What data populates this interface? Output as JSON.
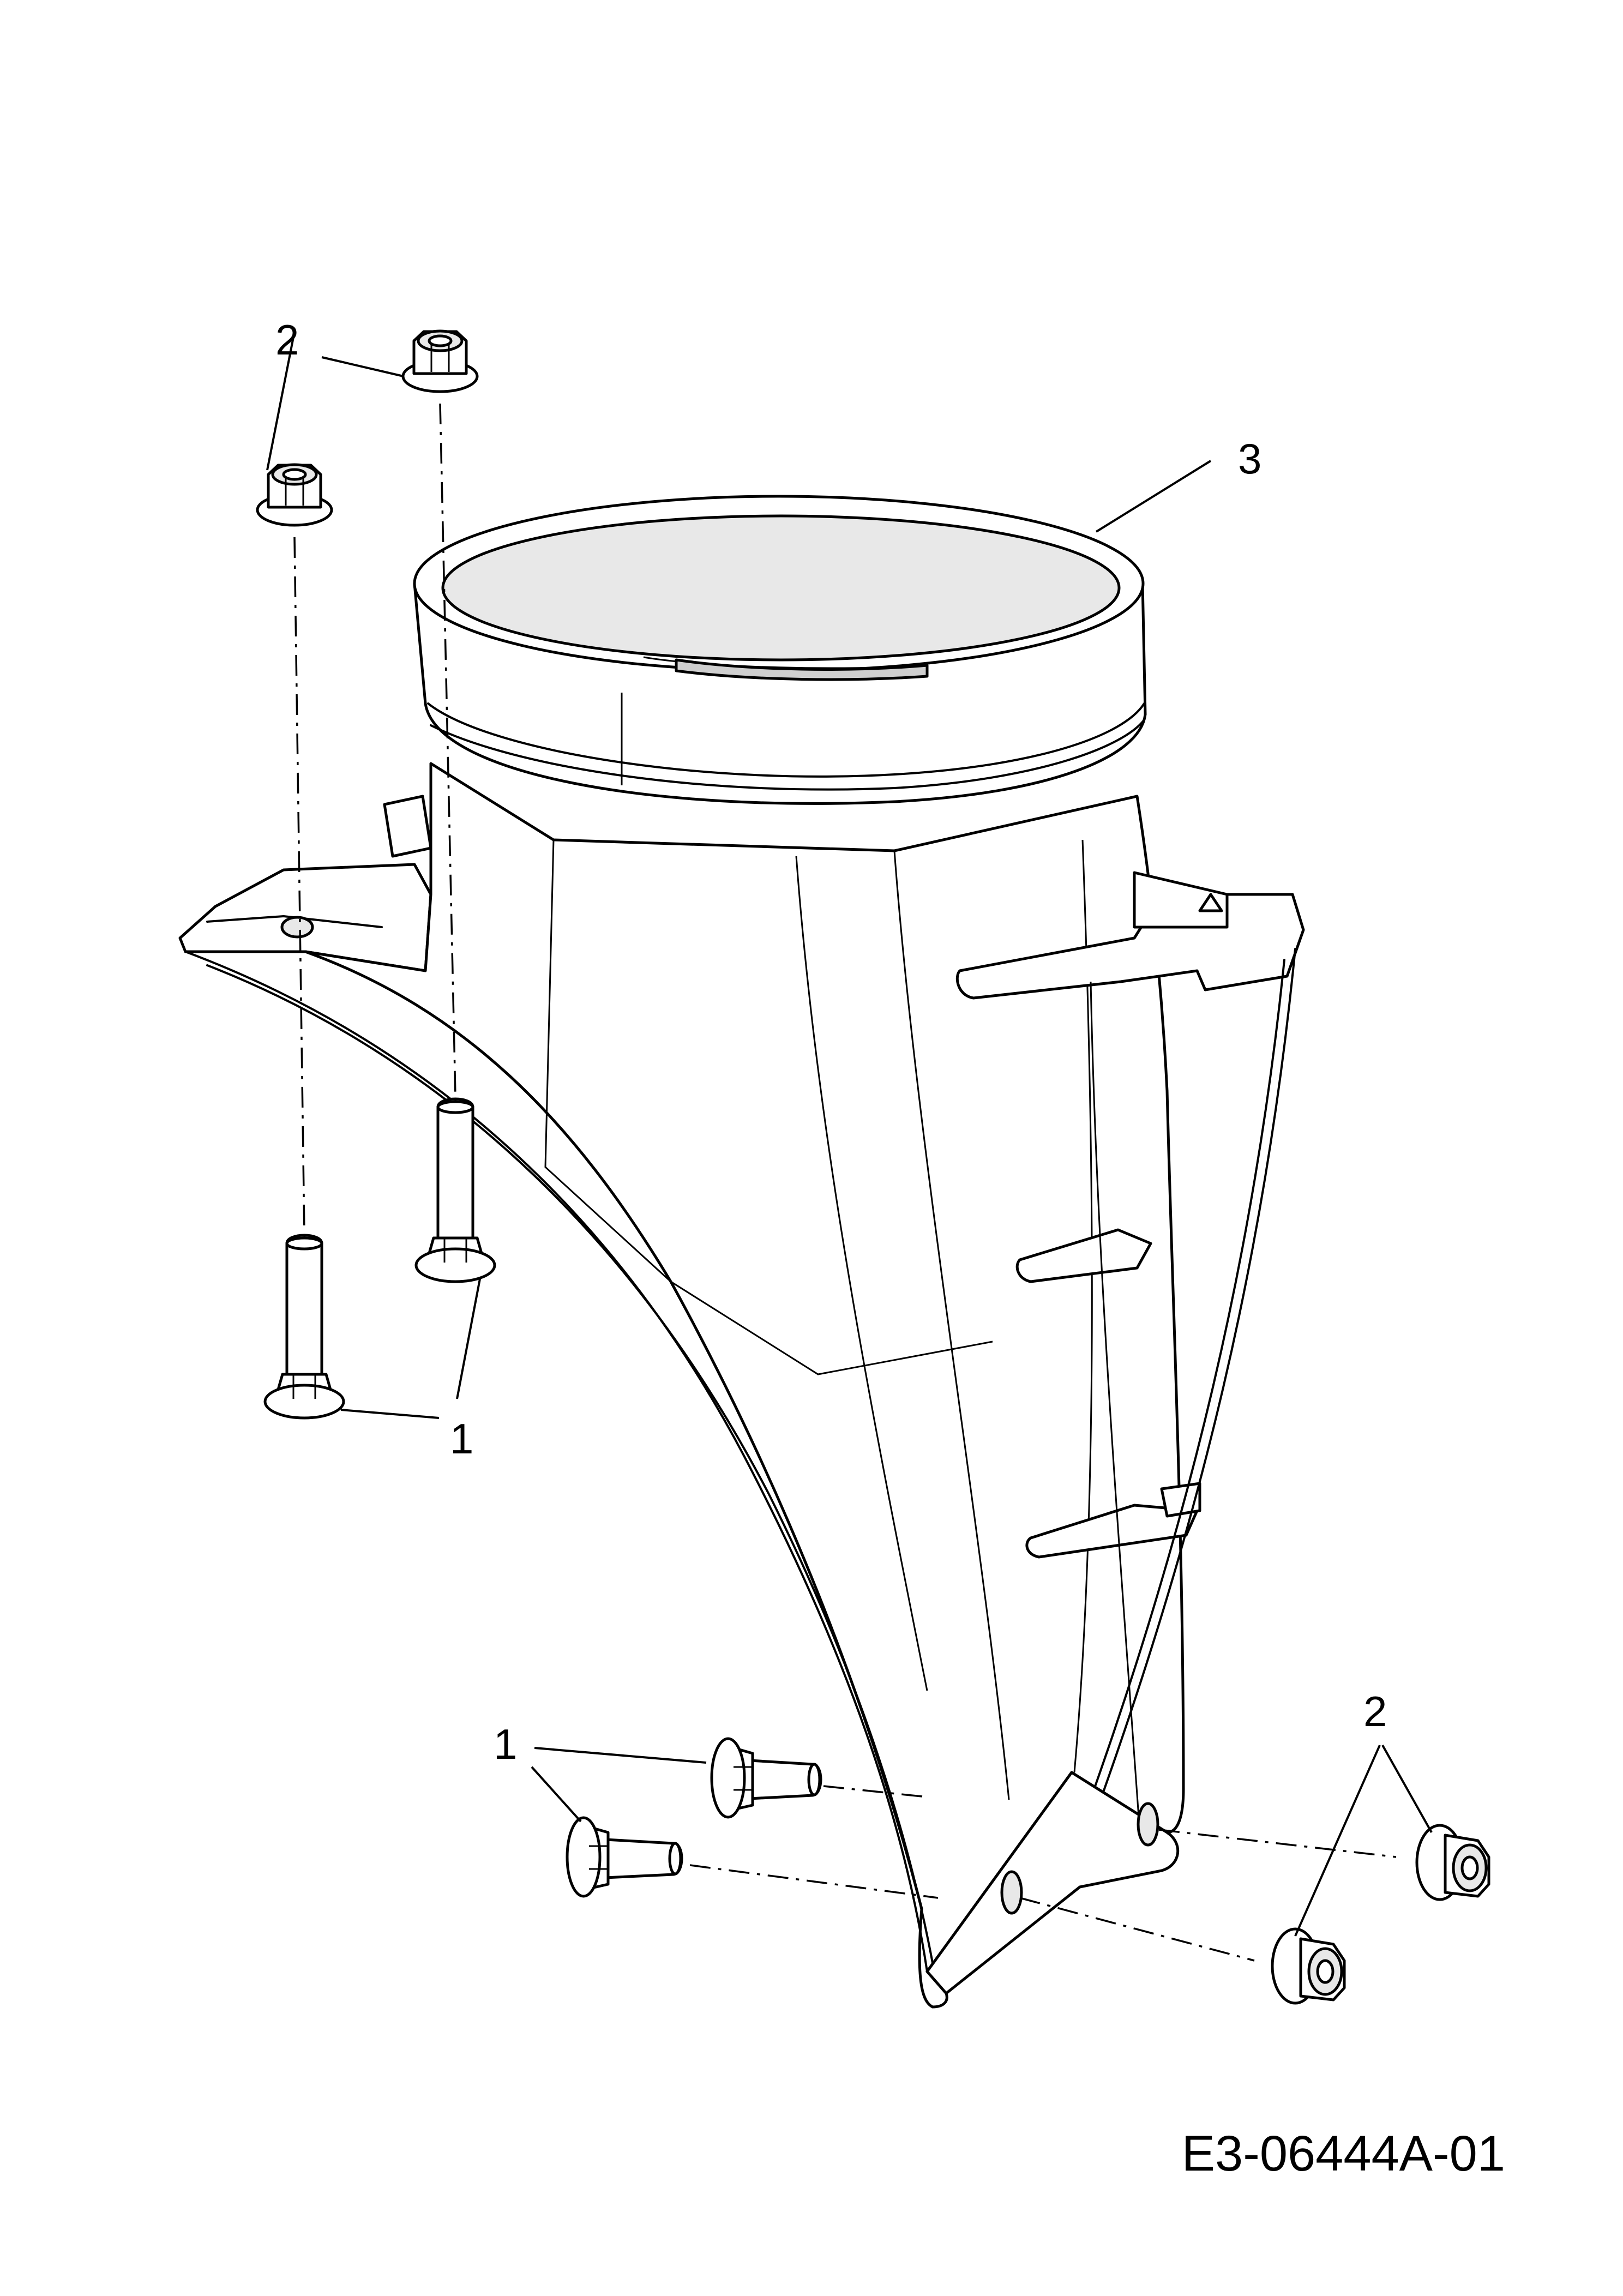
{
  "diagram": {
    "drawing_number": "E3-06444A-01",
    "callouts": [
      {
        "id": "c2_top",
        "label": "2"
      },
      {
        "id": "c3",
        "label": "3"
      },
      {
        "id": "c1_left",
        "label": "1"
      },
      {
        "id": "c1_bottom",
        "label": "1"
      },
      {
        "id": "c2_bottom",
        "label": "2"
      }
    ]
  }
}
